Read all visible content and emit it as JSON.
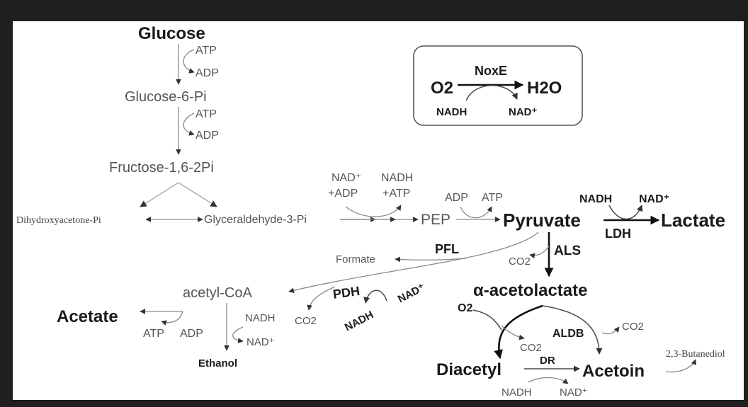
{
  "pathway": {
    "glucose": "Glucose",
    "atp1": "ATP",
    "adp1": "ADP",
    "glucose6p": "Glucose-6-Pi",
    "atp2": "ATP",
    "adp2": "ADP",
    "fructose": "Fructose-1,6-2Pi",
    "dhap": "Dihydroxyacetone-Pi",
    "g3p": "Glyceraldehyde-3-Pi",
    "nad_adp_1": "NAD⁺",
    "nad_adp_2": "+ADP",
    "nadh_atp_1": "NADH",
    "nadh_atp_2": "+ATP",
    "pep": "PEP",
    "adp3": "ADP",
    "atp3": "ATP",
    "pyruvate": "Pyruvate",
    "ldh_nadh": "NADH",
    "ldh_nad": "NAD⁺",
    "ldh": "LDH",
    "lactate": "Lactate",
    "pfl": "PFL",
    "formate": "Formate",
    "als_co2": "CO2",
    "als": "ALS",
    "acetylcoa": "acetyl-CoA",
    "pdh": "PDH",
    "pdh_co2": "CO2",
    "pdh_nadh": "NADH",
    "pdh_nad": "NAD⁺",
    "acetolactate": "α-acetolactate",
    "acetate": "Acetate",
    "atp4": "ATP",
    "adp4": "ADP",
    "eth_nadh": "NADH",
    "eth_nad": "NAD⁺",
    "ethanol": "Ethanol",
    "o2": "O2",
    "diacetyl_co2": "CO2",
    "aldb": "ALDB",
    "aldb_co2": "CO2",
    "butanediol": "2,3-Butanediol",
    "diacetyl": "Diacetyl",
    "dr": "DR",
    "acetoin": "Acetoin",
    "dr_nadh": "NADH",
    "dr_nad": "NAD⁺"
  },
  "inset": {
    "enzyme": "NoxE",
    "o2": "O2",
    "h2o": "H2O",
    "nadh": "NADH",
    "nad": "NAD⁺"
  }
}
